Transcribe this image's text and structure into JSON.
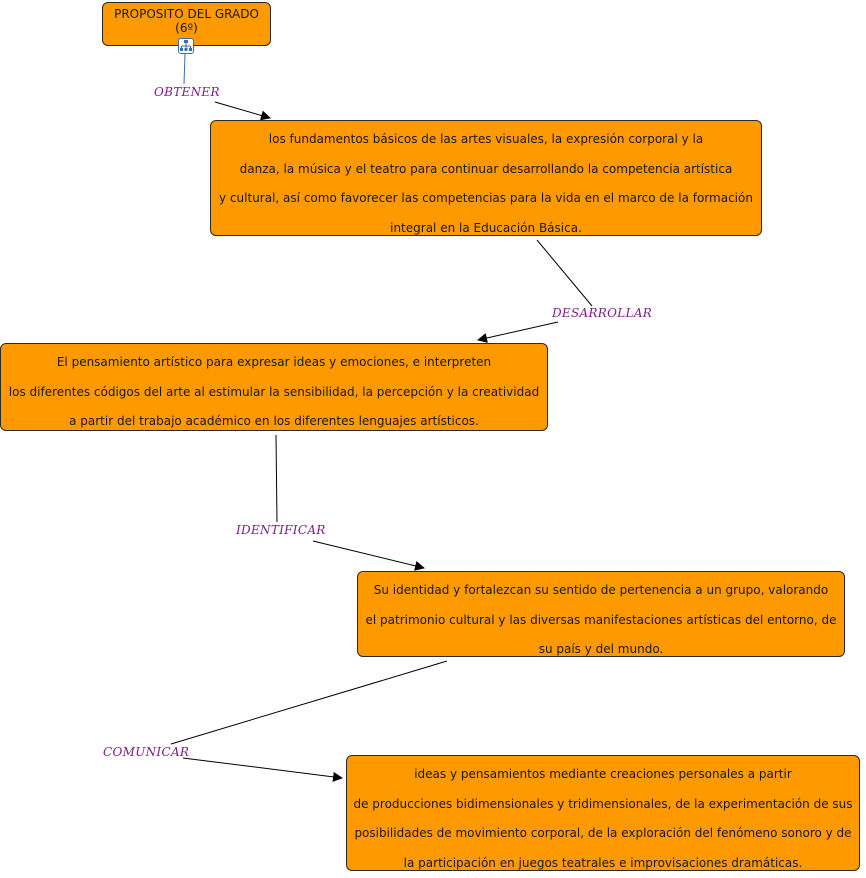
{
  "nodes": {
    "root": {
      "lines": [
        "PROPOSITO DEL GRADO",
        "(6º)"
      ]
    },
    "fundamentos": {
      "lines": [
        "los fundamentos básicos de las artes visuales, la expresión corporal y la",
        "danza, la música y el teatro para continuar desarrollando la competencia artística",
        "y cultural, así como favorecer las competencias para la vida en el marco de la formación",
        "integral en la Educación Básica."
      ]
    },
    "pensamiento": {
      "lines": [
        "El pensamiento artístico para expresar ideas y emociones, e interpreten",
        "los diferentes códigos del arte al estimular la sensibilidad, la percepción y la creatividad",
        "a partir del trabajo académico en los diferentes lenguajes artísticos."
      ]
    },
    "identidad": {
      "lines": [
        "Su identidad y fortalezcan su sentido de pertenencia a un grupo, valorando",
        "el patrimonio cultural y las diversas manifestaciones artísticas del entorno, de",
        "su país y del mundo."
      ]
    },
    "ideas": {
      "lines": [
        "ideas y pensamientos mediante creaciones personales a partir",
        "de producciones bidimensionales y tridimensionales, de la experimentación de sus",
        "posibilidades de movimiento corporal, de la exploración del fenómeno sonoro y de",
        "la participación en juegos teatrales e improvisaciones dramáticas."
      ]
    }
  },
  "links": {
    "obtener": "OBTENER",
    "desarrollar": "DESARROLLAR",
    "identificar": "IDENTIFICAR",
    "comunicar": "COMUNICAR"
  },
  "icons": {
    "root_badge": "tree-icon"
  },
  "colors": {
    "node_fill": "#ff9900",
    "link_label": "#7a1f86",
    "connector": "#000000"
  }
}
